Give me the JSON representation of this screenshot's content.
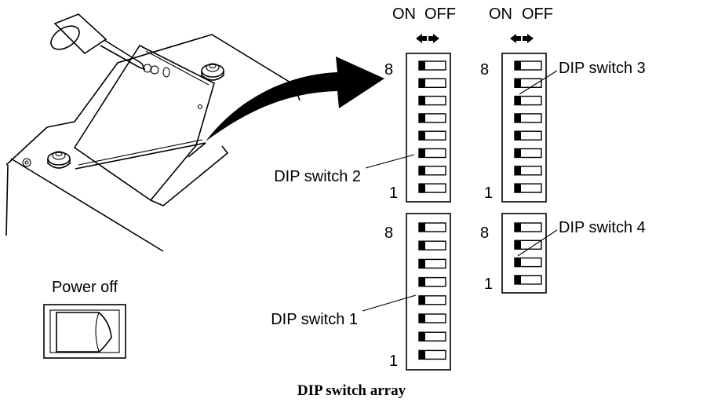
{
  "header": {
    "left_on": "ON",
    "left_off": "OFF",
    "right_on": "ON",
    "right_off": "OFF"
  },
  "switches": {
    "sw2": {
      "label": "DIP switch 2",
      "top": "8",
      "bottom": "1",
      "count": 8
    },
    "sw3": {
      "label": "DIP switch 3",
      "top": "8",
      "bottom": "1",
      "count": 8
    },
    "sw1": {
      "label": "DIP switch 1",
      "top": "8",
      "bottom": "1",
      "count": 8
    },
    "sw4": {
      "label": "DIP switch 4",
      "top": "8",
      "bottom": "1",
      "count": 4
    }
  },
  "power": {
    "label": "Power off"
  },
  "caption": "DIP switch array",
  "icons": {
    "arrow": "curved-arrow-icon",
    "direction": "left-right-arrow-icon",
    "tool": "screwdriver-icon",
    "power": "power-switch-icon"
  }
}
